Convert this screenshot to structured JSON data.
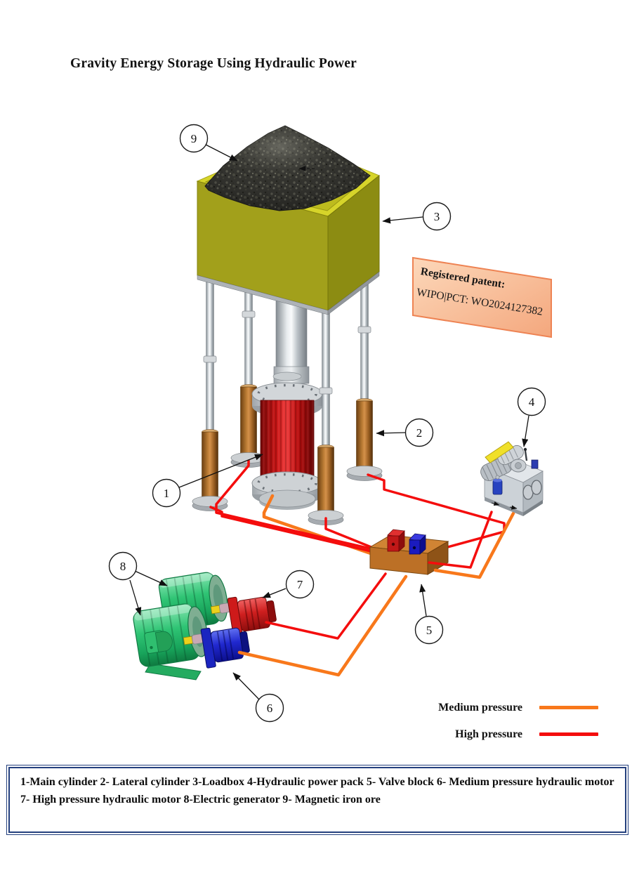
{
  "title": "Gravity Energy Storage Using Hydraulic Power",
  "patent": {
    "label": "Registered patent:",
    "number": "WIPO|PCT: WO2024127382"
  },
  "legend": {
    "items": [
      {
        "label": "Medium pressure",
        "color": "#F8781B"
      },
      {
        "label": "High pressure",
        "color": "#F40D0D"
      }
    ]
  },
  "caption": {
    "text": "1-Main cylinder 2- Lateral cylinder 3-Loadbox 4-Hydraulic power pack 5- Valve block 6- Medium pressure hydraulic motor 7- High pressure hydraulic motor 8-Electric generator 9- Magnetic iron ore"
  },
  "callouts": [
    {
      "n": "1",
      "name": "Main cylinder"
    },
    {
      "n": "2",
      "name": "Lateral cylinder"
    },
    {
      "n": "3",
      "name": "Loadbox"
    },
    {
      "n": "4",
      "name": "Hydraulic power pack"
    },
    {
      "n": "5",
      "name": "Valve block"
    },
    {
      "n": "6",
      "name": "Medium pressure hydraulic motor"
    },
    {
      "n": "7",
      "name": "High pressure hydraulic motor"
    },
    {
      "n": "8",
      "name": "Electric generator"
    },
    {
      "n": "9",
      "name": "Magnetic iron ore"
    }
  ],
  "colors": {
    "medium_line": "#F8781B",
    "high_line": "#F40D0D",
    "loadbox": "#A3A115",
    "ore": "#32322E",
    "main_cylinder_red": "#C41414",
    "lateral_cylinder_brown": "#A4662A",
    "valve_block": "#BC7026",
    "generator_green": "#21C25C",
    "motor_high_pressure": "#CE1A1A",
    "motor_medium_pressure": "#1B25C0"
  }
}
